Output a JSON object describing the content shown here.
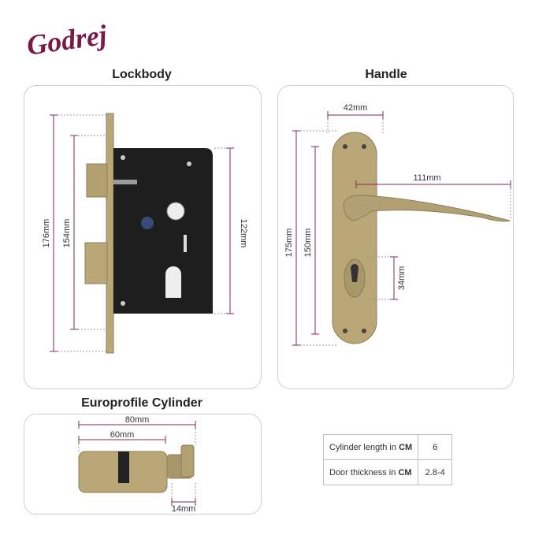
{
  "brand": {
    "logo_text": "Godrej",
    "color": "#7a1a4a"
  },
  "sections": {
    "lockbody": {
      "title": "Lockbody",
      "dimensions": {
        "height_overall": "176mm",
        "height_plate": "154mm",
        "height_body": "122mm"
      }
    },
    "handle": {
      "title": "Handle",
      "dimensions": {
        "width": "42mm",
        "lever_length": "111mm",
        "height_overall": "175mm",
        "height_inner": "150mm",
        "cylinder_height": "34mm"
      }
    },
    "cylinder": {
      "title": "Europrofile Cylinder",
      "dimensions": {
        "total_length": "80mm",
        "body_length": "60mm",
        "knob_length": "14mm"
      }
    }
  },
  "spec_table": {
    "rows": [
      {
        "label_prefix": "Cylinder length in ",
        "label_bold": "CM",
        "value": "6"
      },
      {
        "label_prefix": "Door thickness in ",
        "label_bold": "CM",
        "value": "2.8-4"
      }
    ]
  },
  "colors": {
    "dimension_line": "#8a2a4a",
    "brass": "#b9a778",
    "lockbody_black": "#1e1e1e",
    "panel_border": "#cfcfcf"
  }
}
